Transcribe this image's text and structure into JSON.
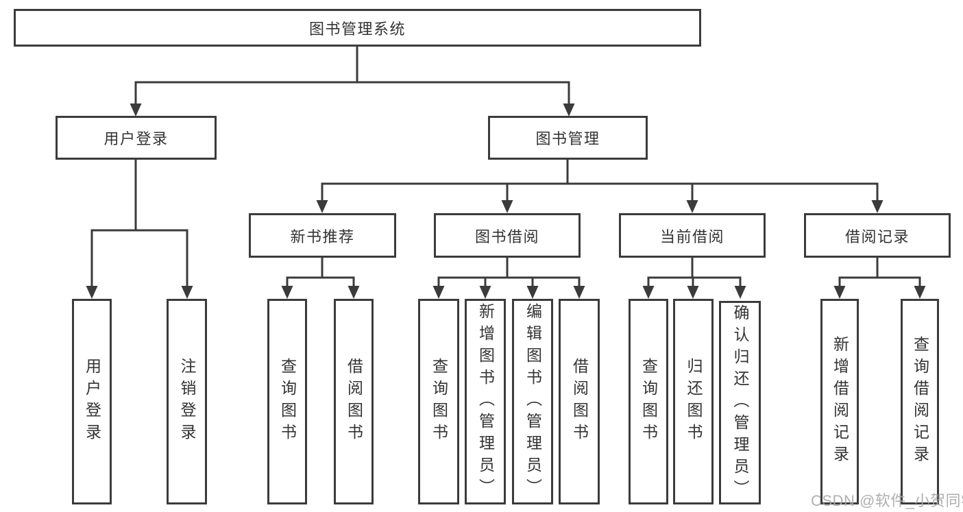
{
  "diagram": {
    "title": "图书管理系统",
    "user_login": {
      "label": "用户登录",
      "children": [
        "用户登录",
        "注销登录"
      ]
    },
    "book_management": {
      "label": "图书管理",
      "sections": [
        {
          "label": "新书推荐",
          "children": [
            "查询图书",
            "借阅图书"
          ]
        },
        {
          "label": "图书借阅",
          "children": [
            "查询图书",
            "新增图书（管理员）",
            "编辑图书（管理员）",
            "借阅图书"
          ]
        },
        {
          "label": "当前借阅",
          "children": [
            "查询图书",
            "归还图书",
            "确认归还（管理员）"
          ]
        },
        {
          "label": "借阅记录",
          "children": [
            "新增借阅记录",
            "查询借阅记录"
          ]
        }
      ]
    }
  },
  "watermark": "CSDN @软件_小贺同学",
  "colors": {
    "line": "#3b3b3b",
    "text": "#333333",
    "watermark": "#a9a9a9",
    "background": "#ffffff"
  }
}
